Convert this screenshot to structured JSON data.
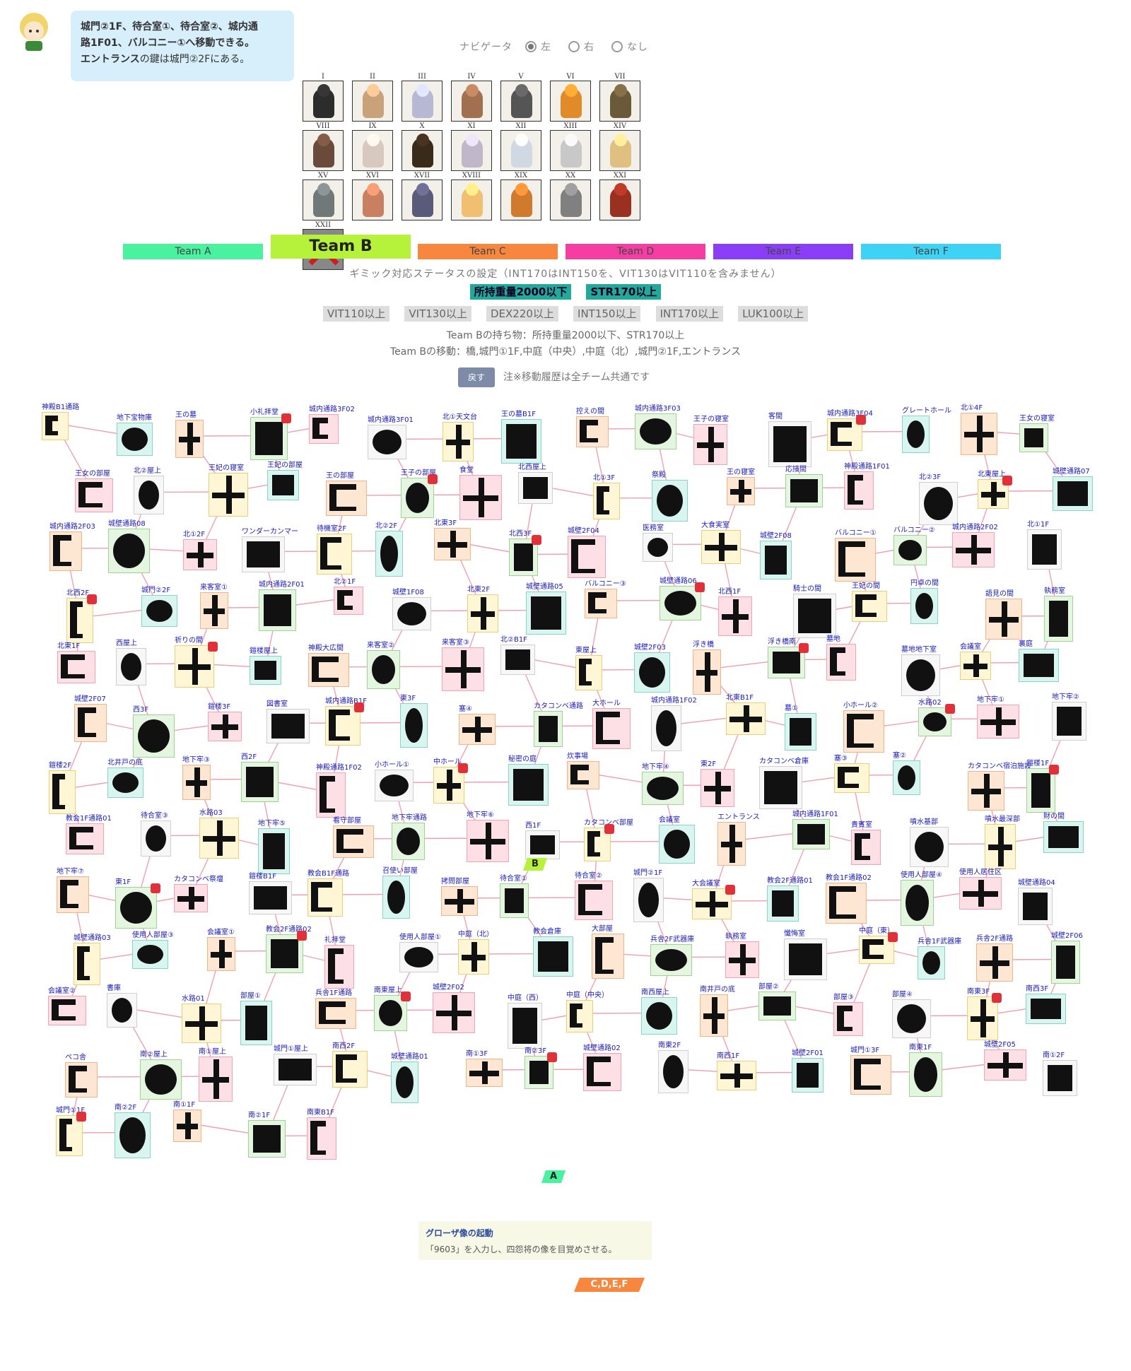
{
  "guide": {
    "line1": "城門②1F、待合室①、待合室②、城内通",
    "line2": "路1F01、バルコニー①へ移動できる。",
    "line3a": "エントランス",
    "line3b": "の鍵は城門②2Fにある。"
  },
  "navigator": {
    "label": "ナビゲータ",
    "options": [
      {
        "label": "左",
        "selected": true
      },
      {
        "label": "右",
        "selected": false
      },
      {
        "label": "なし",
        "selected": false
      }
    ]
  },
  "bosses": [
    {
      "num": "I",
      "color": "#2c2c2c"
    },
    {
      "num": "II",
      "color": "#caa27a"
    },
    {
      "num": "III",
      "color": "#b6b8d4"
    },
    {
      "num": "IV",
      "color": "#a07050"
    },
    {
      "num": "V",
      "color": "#555"
    },
    {
      "num": "VI",
      "color": "#e08a2a"
    },
    {
      "num": "VII",
      "color": "#6b5a3a"
    },
    {
      "num": "VIII",
      "color": "#6a4a3a"
    },
    {
      "num": "IX",
      "color": "#d8c8c0"
    },
    {
      "num": "X",
      "color": "#3a2a1a"
    },
    {
      "num": "XI",
      "color": "#c0b8c8"
    },
    {
      "num": "XII",
      "color": "#d0d8e4"
    },
    {
      "num": "XIII",
      "color": "#c8c8c8"
    },
    {
      "num": "XIV",
      "color": "#e0c080"
    },
    {
      "num": "XV",
      "color": "#707878"
    },
    {
      "num": "XVI",
      "color": "#c88060"
    },
    {
      "num": "XVII",
      "color": "#5a5a7a"
    },
    {
      "num": "XVIII",
      "color": "#f0c070"
    },
    {
      "num": "XIX",
      "color": "#d07a30"
    },
    {
      "num": "XX",
      "color": "#808080"
    },
    {
      "num": "XXI",
      "color": "#9a3020"
    },
    {
      "num": "XXII",
      "color": "#c82020",
      "defeated": true
    }
  ],
  "teams": [
    {
      "name": "Team A",
      "color": "#4af2a0"
    },
    {
      "name": "Team B",
      "color": "#b6f23c"
    },
    {
      "name": "Team C",
      "color": "#f7873e"
    },
    {
      "name": "Team D",
      "color": "#f53ea4"
    },
    {
      "name": "Team E",
      "color": "#8a3ef5"
    },
    {
      "name": "Team F",
      "color": "#3ed2f5"
    }
  ],
  "gimmick_note": "ギミック対応ステータスの設定（INT170はINT150を、VIT130はVIT110を含みません）",
  "status_active": [
    "所持重量2000以下",
    "STR170以上"
  ],
  "status_inactive": [
    "VIT110以上",
    "VIT130以上",
    "DEX220以上",
    "INT150以上",
    "INT170以上",
    "LUK100以上"
  ],
  "team_items": "Team Bの持ち物：所持重量2000以下、STR170以上",
  "team_moves": "Team Bの移動：橋,城門①1F,中庭（中央）,中庭（北）,城門②1F,エントランス",
  "back_label": "戻す",
  "history_note": "注※移動履歴は全チーム共通です",
  "tooltip": {
    "title": "グローザ像の起動",
    "body": "「9603」を入力し、四怨将の像を目覚めさせる。"
  },
  "markers": [
    {
      "label": "B"
    },
    {
      "label": "A"
    },
    {
      "label": "C,D,E,F"
    }
  ],
  "rooms": [
    {
      "name": "神殿B1通路"
    },
    {
      "name": "地下宝物庫"
    },
    {
      "name": "王の墓"
    },
    {
      "name": "小礼拝堂"
    },
    {
      "name": "城内通路3F02"
    },
    {
      "name": "城内通路3F01"
    },
    {
      "name": "北①天文台"
    },
    {
      "name": "王の墓B1F"
    },
    {
      "name": "控えの間"
    },
    {
      "name": "城内通路3F03"
    },
    {
      "name": "王子の寝室"
    },
    {
      "name": "客間"
    },
    {
      "name": "城内通路3F04"
    },
    {
      "name": "グレートホール"
    },
    {
      "name": "北①4F"
    },
    {
      "name": "王女の寝室"
    },
    {
      "name": "王女の部屋"
    },
    {
      "name": "北②屋上"
    },
    {
      "name": "王妃の寝室"
    },
    {
      "name": "王妃の部屋"
    },
    {
      "name": "王の部屋"
    },
    {
      "name": "王子の部屋"
    },
    {
      "name": "食堂"
    },
    {
      "name": "北西屋上"
    },
    {
      "name": "北①3F"
    },
    {
      "name": "祭殿"
    },
    {
      "name": "王の寝室"
    },
    {
      "name": "応接間"
    },
    {
      "name": "神殿通路1F01"
    },
    {
      "name": "北②3F"
    },
    {
      "name": "北東屋上"
    },
    {
      "name": "城壁通路07"
    },
    {
      "name": "城内通路2F03"
    },
    {
      "name": "城壁通路08"
    },
    {
      "name": "北①2F"
    },
    {
      "name": "ワンダーカンマー"
    },
    {
      "name": "待機室2F"
    },
    {
      "name": "北②2F"
    },
    {
      "name": "北東3F"
    },
    {
      "name": "北西3F"
    },
    {
      "name": "城壁2F04"
    },
    {
      "name": "医務室"
    },
    {
      "name": "大食実室"
    },
    {
      "name": "城壁2F08"
    },
    {
      "name": "バルコニー①"
    },
    {
      "name": "バルコニー②"
    },
    {
      "name": "城内通路2F02"
    },
    {
      "name": "北①1F"
    },
    {
      "name": "北西2F"
    },
    {
      "name": "城門②2F"
    },
    {
      "name": "来客室①"
    },
    {
      "name": "城内通路2F01"
    },
    {
      "name": "北②1F"
    },
    {
      "name": "城壁1F08"
    },
    {
      "name": "北東2F"
    },
    {
      "name": "城壁通路05"
    },
    {
      "name": "バルコニー③"
    },
    {
      "name": "城壁通路06"
    },
    {
      "name": "北西1F"
    },
    {
      "name": "騎士の間"
    },
    {
      "name": "王妃の間"
    },
    {
      "name": "円卓の間"
    },
    {
      "name": "語見の間"
    },
    {
      "name": "執務室"
    },
    {
      "name": "北東1F"
    },
    {
      "name": "西屋上"
    },
    {
      "name": "祈りの間"
    },
    {
      "name": "鎧楼屋上"
    },
    {
      "name": "神殿大広間"
    },
    {
      "name": "来客室②"
    },
    {
      "name": "来客室③"
    },
    {
      "name": "北②B1F"
    },
    {
      "name": "東屋上"
    },
    {
      "name": "城壁2F03"
    },
    {
      "name": "浮き橋"
    },
    {
      "name": "浮き橋南"
    },
    {
      "name": "墓地"
    },
    {
      "name": "墓地地下室"
    },
    {
      "name": "会議室"
    },
    {
      "name": "裏庭"
    },
    {
      "name": "城壁2F07"
    },
    {
      "name": "西3F"
    },
    {
      "name": "鎧楼3F"
    },
    {
      "name": "図書室"
    },
    {
      "name": "城内通路B1F"
    },
    {
      "name": "東3F"
    },
    {
      "name": "塞④"
    },
    {
      "name": "カタコンベ通路"
    },
    {
      "name": "大ホール"
    },
    {
      "name": "城内通路1F02"
    },
    {
      "name": "北東B1F"
    },
    {
      "name": "墓①"
    },
    {
      "name": "小ホール②"
    },
    {
      "name": "水路02"
    },
    {
      "name": "地下牢①"
    },
    {
      "name": "地下牢②"
    },
    {
      "name": "鎧楼2F"
    },
    {
      "name": "北井戸の底"
    },
    {
      "name": "地下牢③"
    },
    {
      "name": "西2F"
    },
    {
      "name": "神殿通路1F02"
    },
    {
      "name": "小ホール①"
    },
    {
      "name": "中ホール"
    },
    {
      "name": "秘密の庭"
    },
    {
      "name": "炊事場"
    },
    {
      "name": "地下牢④"
    },
    {
      "name": "東2F"
    },
    {
      "name": "カタコンベ倉庫"
    },
    {
      "name": "塞③"
    },
    {
      "name": "塞②"
    },
    {
      "name": "カタコンベ宿泊施設"
    },
    {
      "name": "鎧楼1F"
    },
    {
      "name": "教会1F通路01"
    },
    {
      "name": "待合室③"
    },
    {
      "name": "水路03"
    },
    {
      "name": "地下牢⑤"
    },
    {
      "name": "看守部屋"
    },
    {
      "name": "地下牢通路"
    },
    {
      "name": "地下牢⑥"
    },
    {
      "name": "西1F"
    },
    {
      "name": "カタコンベ部屋"
    },
    {
      "name": "会議室"
    },
    {
      "name": "エントランス"
    },
    {
      "name": "城内通路1F01"
    },
    {
      "name": "貴賓室"
    },
    {
      "name": "噴水基部"
    },
    {
      "name": "噴水最深部"
    },
    {
      "name": "財の間"
    },
    {
      "name": "地下牢⑦"
    },
    {
      "name": "東1F"
    },
    {
      "name": "カタコンベ祭壇"
    },
    {
      "name": "鎧楼B1F"
    },
    {
      "name": "教会B1F通路"
    },
    {
      "name": "召使い部屋"
    },
    {
      "name": "拷問部屋"
    },
    {
      "name": "待合室①"
    },
    {
      "name": "待合室②"
    },
    {
      "name": "城門②1F"
    },
    {
      "name": "大会議室"
    },
    {
      "name": "教会2F通路01"
    },
    {
      "name": "教会1F通路02"
    },
    {
      "name": "使用人部屋④"
    },
    {
      "name": "使用人居住区"
    },
    {
      "name": "城壁通路04"
    },
    {
      "name": "城壁通路03"
    },
    {
      "name": "使用人部屋③"
    },
    {
      "name": "会議室①"
    },
    {
      "name": "教会2F通路02"
    },
    {
      "name": "礼拝堂"
    },
    {
      "name": "使用人部屋①"
    },
    {
      "name": "中庭（北）"
    },
    {
      "name": "教会倉庫"
    },
    {
      "name": "大部屋"
    },
    {
      "name": "兵舎2F武器庫"
    },
    {
      "name": "執務室"
    },
    {
      "name": "懺悔室"
    },
    {
      "name": "中庭（東）"
    },
    {
      "name": "兵舎1F武器庫"
    },
    {
      "name": "兵舎2F通路"
    },
    {
      "name": "城壁2F06"
    },
    {
      "name": "会議室②"
    },
    {
      "name": "書庫"
    },
    {
      "name": "水路01"
    },
    {
      "name": "部屋①"
    },
    {
      "name": "兵舎1F通路"
    },
    {
      "name": "南東屋上"
    },
    {
      "name": "城壁2F02"
    },
    {
      "name": "中庭（西）"
    },
    {
      "name": "中庭（中央）"
    },
    {
      "name": "南西屋上"
    },
    {
      "name": "南井戸の底"
    },
    {
      "name": "部屋②"
    },
    {
      "name": "部屋③"
    },
    {
      "name": "部屋④"
    },
    {
      "name": "南東3F"
    },
    {
      "name": "南西3F"
    },
    {
      "name": "ペコ舎"
    },
    {
      "name": "南②屋上"
    },
    {
      "name": "南①屋上"
    },
    {
      "name": "城門①屋上"
    },
    {
      "name": "南西2F"
    },
    {
      "name": "城壁通路01"
    },
    {
      "name": "南①3F"
    },
    {
      "name": "南②3F"
    },
    {
      "name": "城壁通路02"
    },
    {
      "name": "南東2F"
    },
    {
      "name": "南西1F"
    },
    {
      "name": "城壁2F01"
    },
    {
      "name": "城門①3F"
    },
    {
      "name": "南東1F"
    },
    {
      "name": "城壁2F05"
    },
    {
      "name": "南①2F"
    },
    {
      "name": "城門①1F"
    },
    {
      "name": "南②2F"
    },
    {
      "name": "南①1F"
    },
    {
      "name": "南②1F"
    },
    {
      "name": "南東B1F"
    }
  ]
}
